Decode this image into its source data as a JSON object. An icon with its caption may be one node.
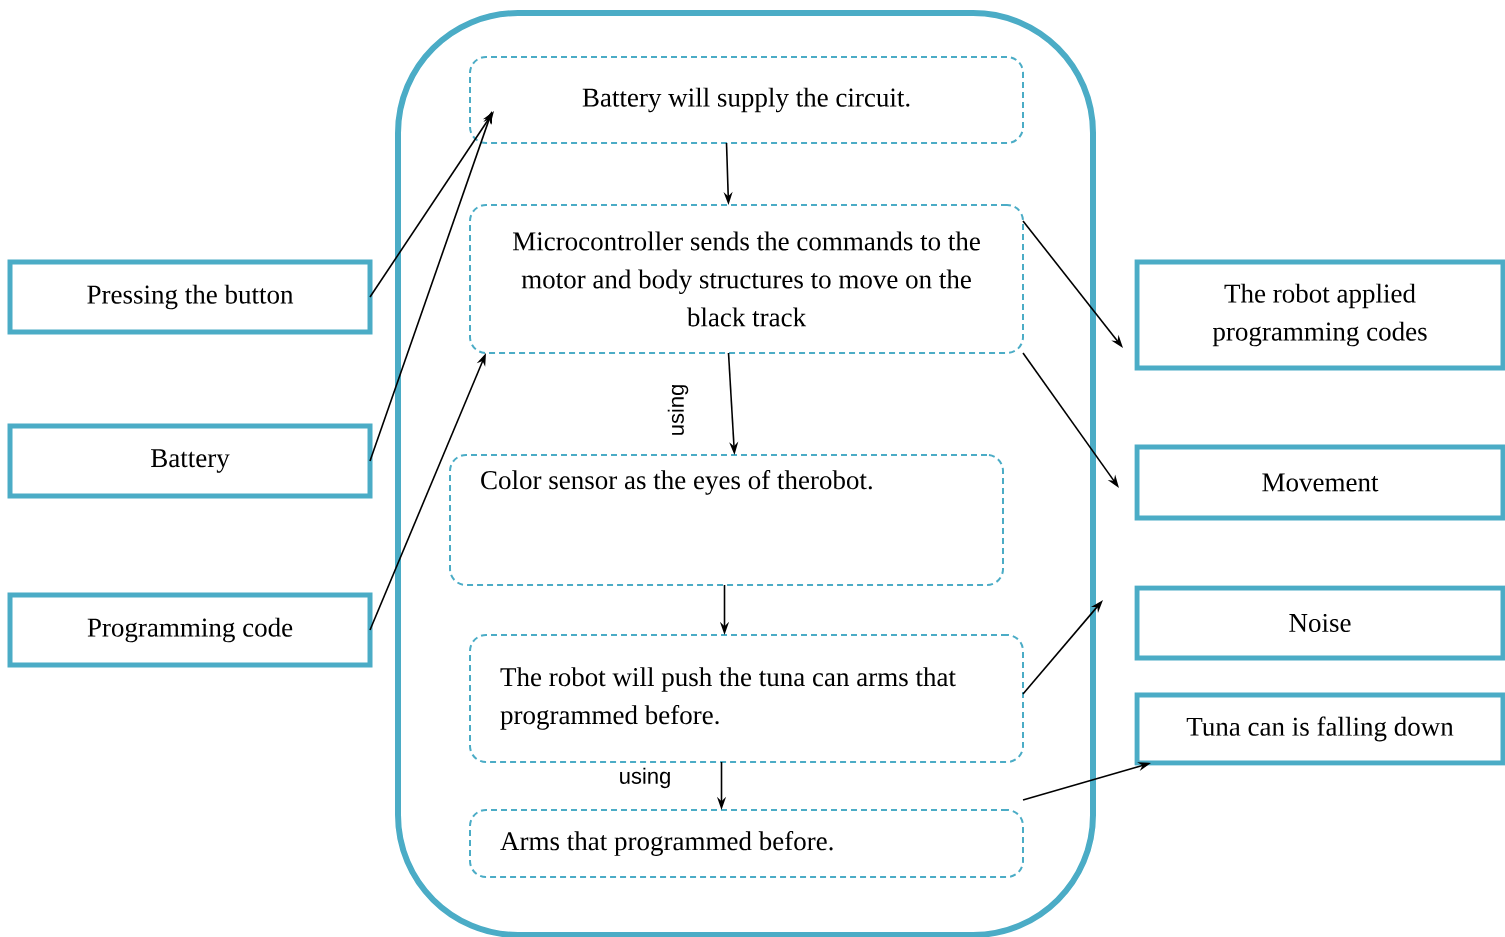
{
  "diagram": {
    "nodes": [
      {
        "text": [],
        "shape": "box"
      },
      {
        "text": [
          "Battery will supply the circuit."
        ],
        "in": 0
      },
      {
        "text": [
          "Microcontroller sends the commands to the motor and body structures to move on the black track"
        ],
        "in": 0
      },
      {
        "text": [
          "Color sensor as the eyes of therobot."
        ],
        "in": 0
      },
      {
        "text": [
          "The robot will push the tuna can arms that programmed before."
        ],
        "in": 0
      },
      {
        "text": [
          "Arms that programmed before."
        ],
        "in": 0
      },
      {
        "text": [
          "Pressing the button"
        ]
      },
      {
        "text": [
          "Battery"
        ]
      },
      {
        "text": [
          "Programming code"
        ]
      },
      {
        "text": [
          "The robot applied programming codes"
        ]
      },
      {
        "text": [
          "Movement"
        ]
      },
      {
        "text": [
          "Noise"
        ]
      },
      {
        "text": [
          "Tuna can is falling down"
        ]
      }
    ],
    "edges": [
      {
        "from": 6,
        "to": 1,
        "arrow": "to"
      },
      {
        "from": 7,
        "to": 1,
        "arrow": "to"
      },
      {
        "from": 8,
        "to": 2,
        "arrow": "to"
      },
      {
        "from": 1,
        "to": 2,
        "arrow": "to"
      },
      {
        "from": 2,
        "to": 3,
        "arrow": "to",
        "label": "using"
      },
      {
        "from": 3,
        "to": 4,
        "arrow": "to"
      },
      {
        "from": 4,
        "to": 5,
        "arrow": "to",
        "label": "using"
      },
      {
        "from": 2,
        "to": 9,
        "arrow": "to"
      },
      {
        "from": 2,
        "to": 10,
        "arrow": "to"
      },
      {
        "from": 4,
        "to": 11,
        "arrow": "to"
      },
      {
        "from": 5,
        "to": 12,
        "arrow": "to"
      }
    ]
  }
}
